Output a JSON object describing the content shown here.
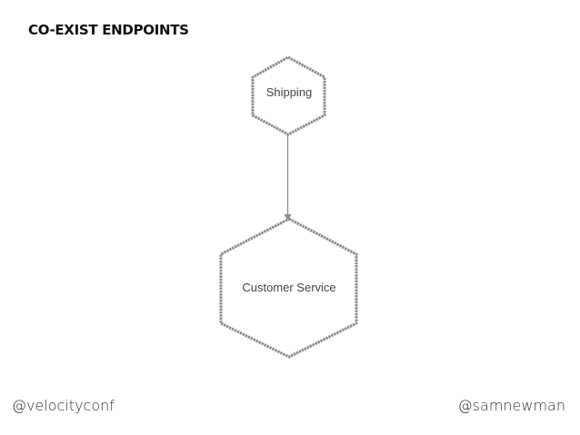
{
  "title": "CO-EXIST ENDPOINTS",
  "nodes": {
    "shipping": {
      "label": "Shipping"
    },
    "customer_service": {
      "label": "Customer Service"
    }
  },
  "footer": {
    "left": "@velocityconf",
    "right": "@samnewman"
  }
}
